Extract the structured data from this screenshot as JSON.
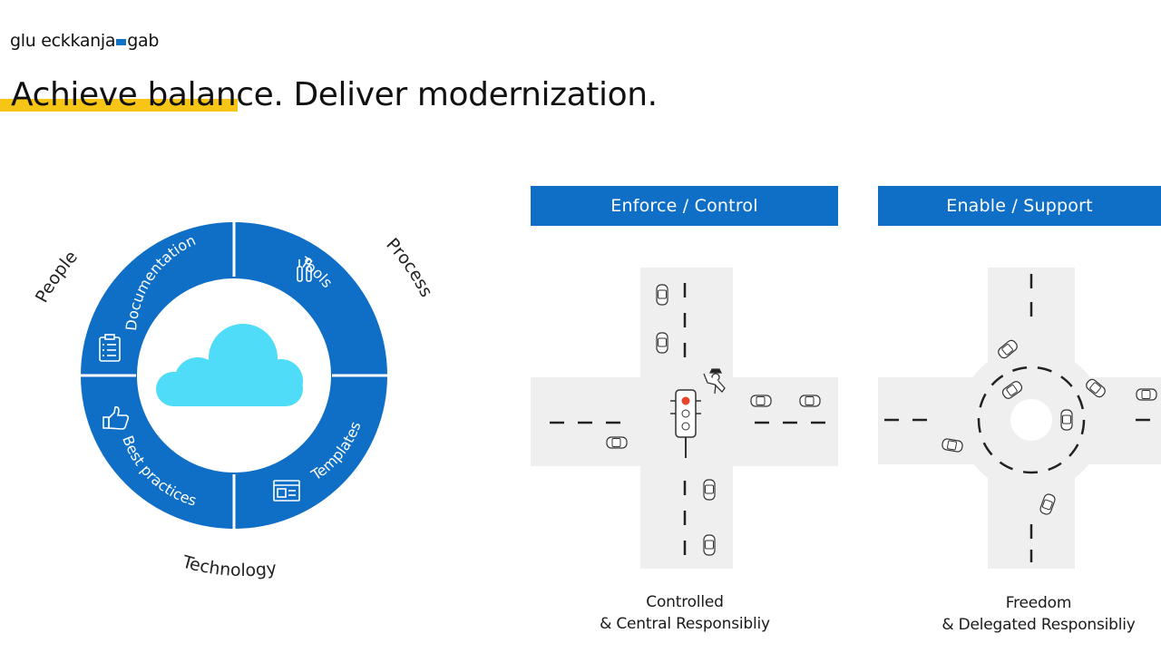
{
  "brand": {
    "logo_left": "glu eckkanja",
    "logo_right": "gab",
    "accent": "#1273c5",
    "highlight": "#f6c516"
  },
  "title": "Achieve balance. Deliver modernization.",
  "ring": {
    "segments": [
      "Documentation",
      "Tools",
      "Templates",
      "Best practices"
    ],
    "outer_labels": {
      "people": "People",
      "process": "Process",
      "technology": "Technology"
    },
    "color": "#0f6fc6",
    "center_icon": "cloud-icon"
  },
  "panels": [
    {
      "header": "Enforce / Control",
      "caption_line1": "Controlled",
      "caption_line2": "& Central Responsibliy",
      "scene": "traffic-light-intersection"
    },
    {
      "header": "Enable / Support",
      "caption_line1": "Freedom",
      "caption_line2": "& Delegated Responsibliy",
      "scene": "roundabout"
    }
  ]
}
